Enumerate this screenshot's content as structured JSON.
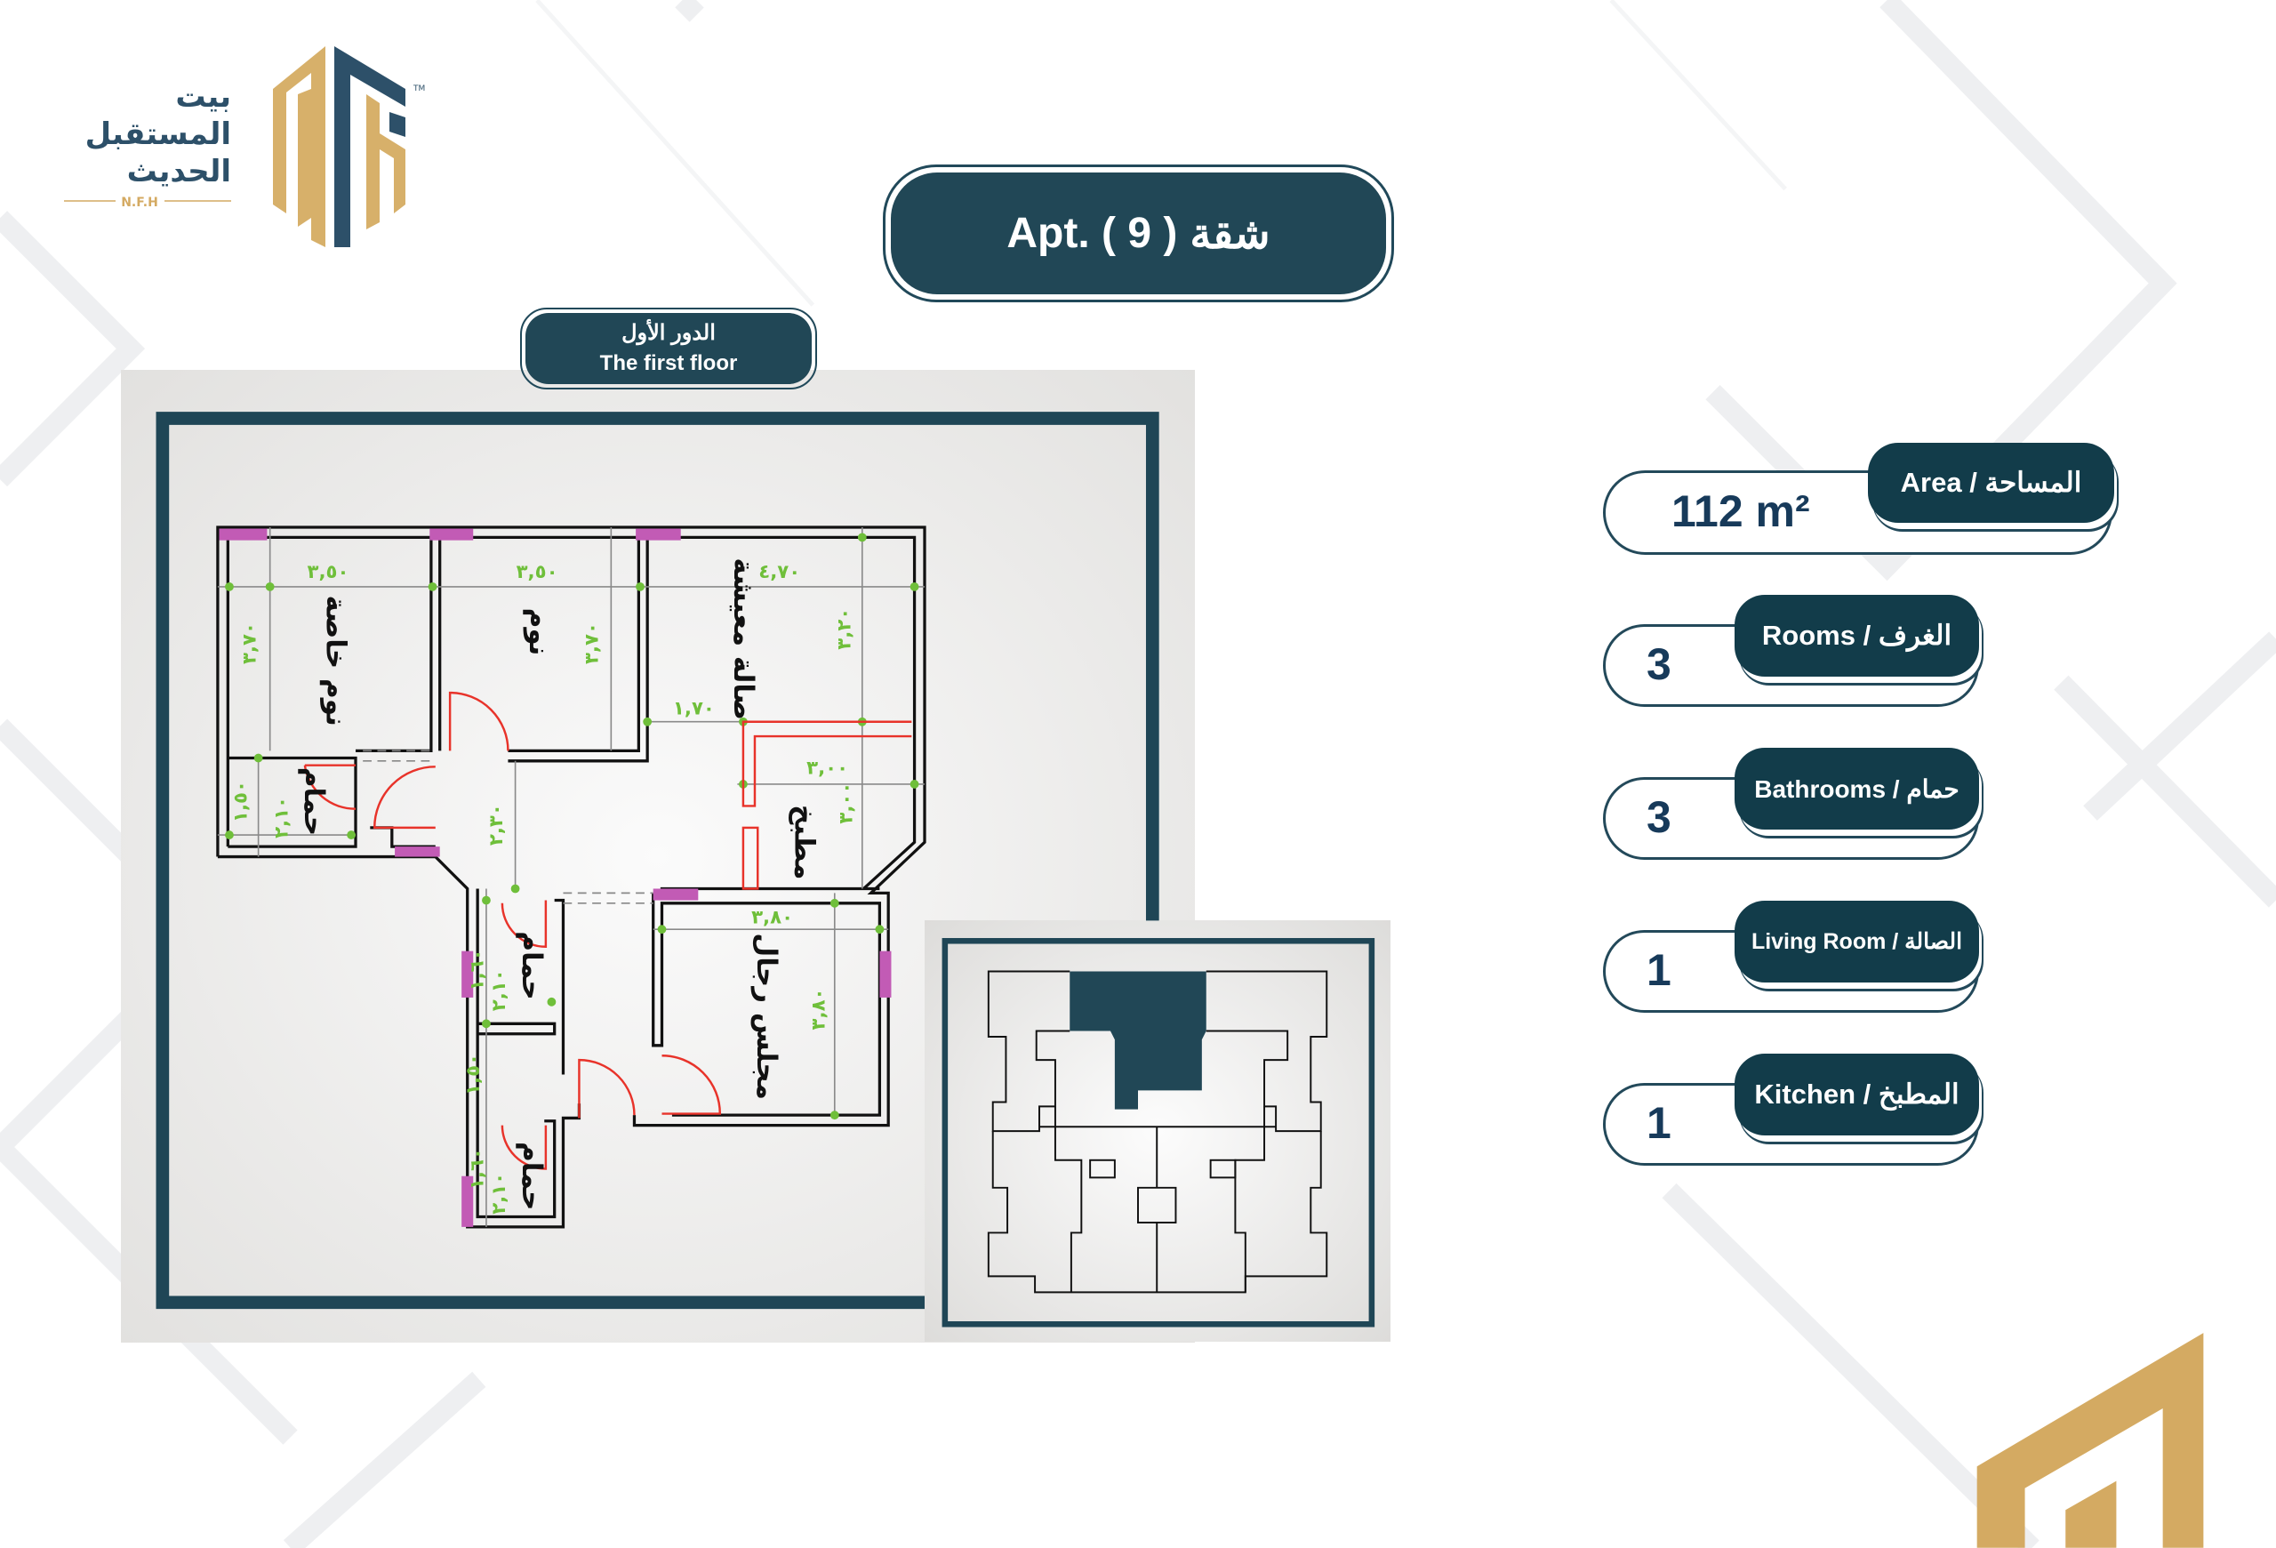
{
  "logo": {
    "arabic_lines": [
      "بيت",
      "المستقبل",
      "الحديث"
    ],
    "abbreviation": "N.F.H",
    "trademark": "TM"
  },
  "title": {
    "english": "Apt. ( 9 )",
    "arabic": "شقة"
  },
  "floor": {
    "arabic": "الدور الأول",
    "english": "The first floor"
  },
  "plan": {
    "rooms": {
      "bedroom_private": "نوم خاصة",
      "bedroom": "نوم",
      "living": "صالة معيشة",
      "kitchen": "مطبخ",
      "bath1": "حمام",
      "bath2": "حمام",
      "bath3": "حمام",
      "majlis": "مجلس رجال"
    },
    "dimensions": {
      "bedroom_private_w": "٣,٥٠",
      "bedroom_private_h": "٣,٧٠",
      "bedroom_w": "٣,٥٠",
      "bedroom_h": "٣,٧٠",
      "living_w": "٤,٧٠",
      "living_h": "٣,٢٠",
      "living_step": "١,٧٠",
      "kitchen_w": "٣,٠٠",
      "kitchen_h": "٣,٠٠",
      "corridor": "٢,٣٠",
      "bath1_h": "١,٥٠",
      "bath1_w": "٢,١٠",
      "bath2_h": "١,٦٠",
      "bath2_w": "٢,١٠",
      "hall_h": "١,٥٠",
      "bath3_h": "١,٦٠",
      "bath3_w": "٢,١٠",
      "majlis_w": "٣,٨٠",
      "majlis_h": "٣,٨٠"
    }
  },
  "stats": [
    {
      "label": "Area / المساحة",
      "value": "112 m²"
    },
    {
      "label": "Rooms / الغرف",
      "value": "3"
    },
    {
      "label": "Bathrooms / حمام",
      "value": "3"
    },
    {
      "label": "Living Room / الصالة",
      "value": "1"
    },
    {
      "label": "Kitchen / المطبخ",
      "value": "1"
    }
  ],
  "colors": {
    "primary": "#214756",
    "gold": "#d4aa62",
    "dimension": "#6fbf3a",
    "door": "#e8332a",
    "window": "#c25bb5"
  }
}
